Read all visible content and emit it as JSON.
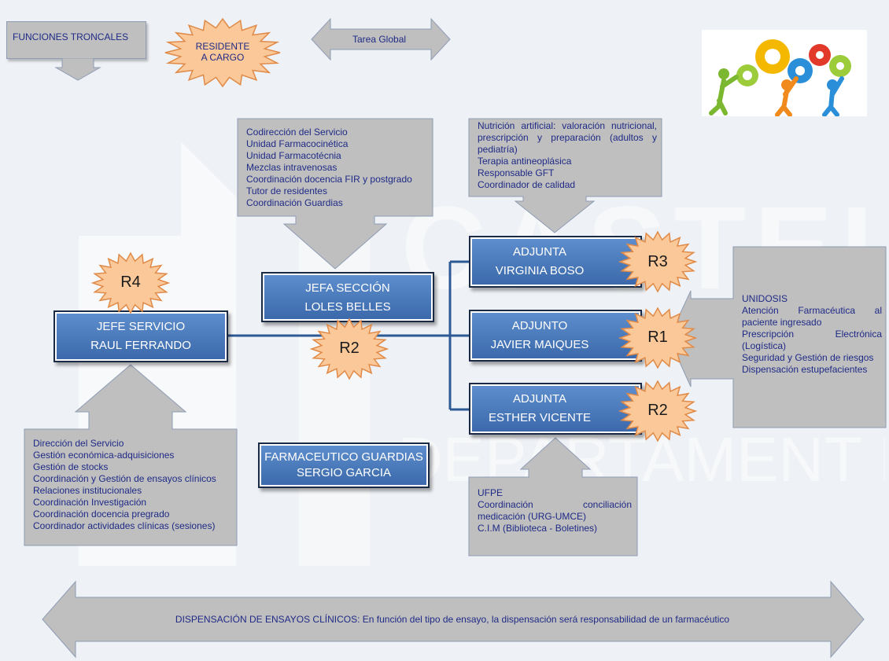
{
  "legend": {
    "core_functions": "FUNCIONES TRONCALES",
    "resident_in_charge": "RESIDENTE A CARGO",
    "global_task": "Tarea Global"
  },
  "watermark": {
    "line1": "CASTELLÓ",
    "line2": "DEPARTAMENT DE SALUT"
  },
  "boxes": {
    "jefe_servicio": {
      "role": "JEFE SERVICIO",
      "name": "RAUL FERRANDO",
      "resident": "R4"
    },
    "jefa_seccion": {
      "role": "JEFA SECCIÓN",
      "name": "LOLES BELLES",
      "resident": "R2"
    },
    "adjunta_boso": {
      "role": "ADJUNTA",
      "name": "VIRGINIA BOSO",
      "resident": "R3"
    },
    "adjunto_maiques": {
      "role": "ADJUNTO",
      "name": "JAVIER MAIQUES",
      "resident": "R1"
    },
    "adjunta_vicente": {
      "role": "ADJUNTA",
      "name": "ESTHER VICENTE",
      "resident": "R2"
    },
    "guardias": {
      "role": "FARMACEUTICO GUARDIAS",
      "name": "SERGIO GARCIA"
    }
  },
  "tasks": {
    "jefa_seccion": [
      "Codirección del Servicio",
      "Unidad Farmacocinética",
      "Unidad Farmacotécnia",
      "Mezclas intravenosas",
      "Coordinación docencia FIR y postgrado",
      "Tutor de residentes",
      "Coordinación Guardias"
    ],
    "virginia_boso": [
      "Nutrición artificial: valoración nutricional, prescripción y preparación (adultos y pediatría)",
      "Terapia antineoplásica",
      "Responsable GFT",
      "Coordinador de calidad"
    ],
    "javier_maiques": [
      "UNIDOSIS",
      "Atención Farmacéutica al paciente ingresado",
      "Prescripción Electrónica (Logística)",
      "Seguridad y Gestión de riesgos",
      "Dispensación estupefacientes"
    ],
    "raul_ferrando": [
      "Dirección del Servicio",
      "Gestión económica-adquisiciones",
      "Gestión de stocks",
      "Coordinación y Gestión de ensayos clínicos",
      "Relaciones institucionales",
      "Coordinación Investigación",
      "Coordinación docencia pregrado",
      "Coordinador actividades clínicas (sesiones)"
    ],
    "esther_vicente": [
      "UFPE",
      "Coordinación conciliación medicación (URG-UMCE)",
      "C.I.M (Biblioteca - Boletines)"
    ]
  },
  "bottom_note": "DISPENSACIÓN DE ENSAYOS CLÍNICOS: En función del tipo de ensayo, la dispensación será responsabilidad de un farmacéutico",
  "colors": {
    "blue_box": "#4a7bbf",
    "gray_box": "#bfbfbf",
    "burst_fill": "#fbc999",
    "burst_stroke": "#e08a48",
    "text_navy": "#1f2a86",
    "connector": "#2d5a95"
  },
  "icons": [
    "gears-teamwork-icon"
  ]
}
